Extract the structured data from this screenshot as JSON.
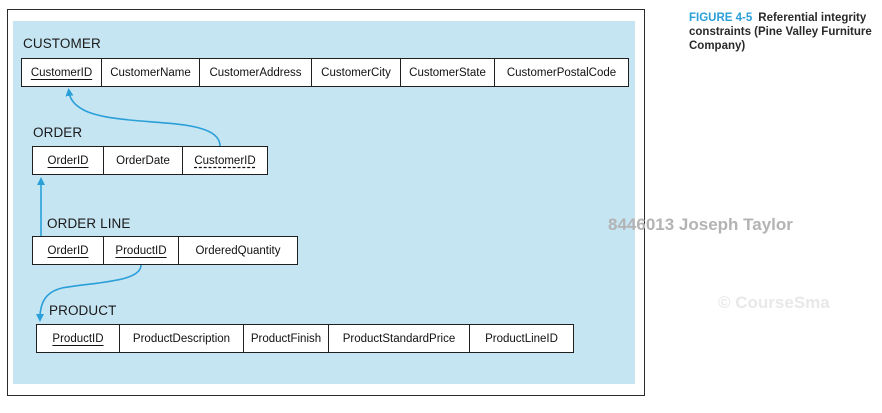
{
  "figure": {
    "number": "FIGURE 4-5",
    "caption": "Referential integrity constraints (Pine Valley Furniture Company)"
  },
  "watermarks": [
    "8446013 Joseph Taylor",
    "© CourseSma"
  ],
  "tables": {
    "customer": {
      "name": "CUSTOMER",
      "columns": [
        "CustomerID",
        "CustomerName",
        "CustomerAddress",
        "CustomerCity",
        "CustomerState",
        "CustomerPostalCode"
      ]
    },
    "order": {
      "name": "ORDER",
      "columns": [
        "OrderID",
        "OrderDate",
        "CustomerID"
      ]
    },
    "order_line": {
      "name": "ORDER LINE",
      "columns": [
        "OrderID",
        "ProductID",
        "OrderedQuantity"
      ]
    },
    "product": {
      "name": "PRODUCT",
      "columns": [
        "ProductID",
        "ProductDescription",
        "ProductFinish",
        "ProductStandardPrice",
        "ProductLineID"
      ]
    }
  },
  "colors": {
    "panel": "#c6e5f3",
    "arrow": "#2a9fd8",
    "figure_label": "#2a9fd8"
  }
}
